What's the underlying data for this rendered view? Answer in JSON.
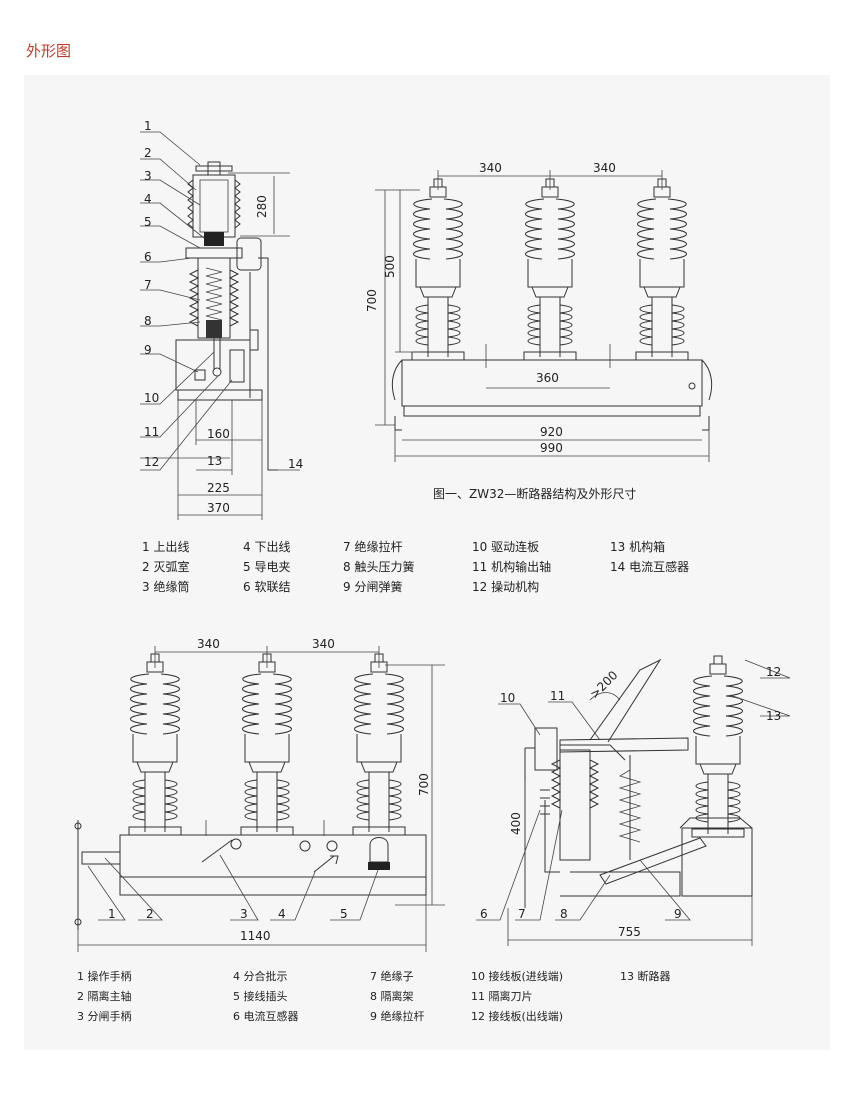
{
  "page": {
    "title": "外形图"
  },
  "figure1": {
    "caption": "图一、ZW32—断路器结构及外形尺寸",
    "callouts": [
      "1",
      "2",
      "3",
      "4",
      "5",
      "6",
      "7",
      "8",
      "9",
      "10",
      "11",
      "12",
      "13",
      "14"
    ],
    "side_dims": {
      "d280": "280",
      "d160": "160",
      "d225": "225",
      "d370": "370"
    },
    "front_dims": {
      "d340a": "340",
      "d340b": "340",
      "d500": "500",
      "d700": "700",
      "d360": "360",
      "d920": "920",
      "d990": "990"
    },
    "legend": [
      [
        "1 上出线",
        "2 灭弧室",
        "3 绝缘筒"
      ],
      [
        "4 下出线",
        "5 导电夹",
        "6 软联结"
      ],
      [
        "7 绝缘拉杆",
        "8 触头压力簧",
        "9 分闸弹簧"
      ],
      [
        "10 驱动连板",
        "11 机构输出轴",
        "12 操动机构"
      ],
      [
        "13 机构箱",
        "14 电流互感器"
      ]
    ]
  },
  "figure2": {
    "front_dims": {
      "d340a": "340",
      "d340b": "340",
      "d700": "700",
      "d1140": "1140"
    },
    "front_callouts": [
      "1",
      "2",
      "3",
      "4",
      "5"
    ],
    "side_dims": {
      "d200": ">200",
      "d400": "400",
      "d755": "755"
    },
    "side_callouts": [
      "10",
      "11",
      "12",
      "13",
      "6",
      "7",
      "8",
      "9"
    ],
    "legend": [
      [
        "1 操作手柄",
        "2 隔离主轴",
        "3 分闸手柄"
      ],
      [
        "4 分合批示",
        "5 接线插头",
        "6 电流互感器"
      ],
      [
        "7 绝缘子",
        "8 隔离架",
        "9 绝缘拉杆"
      ],
      [
        "10 接线板(进线端)",
        "11 隔离刀片",
        "12 接线板(出线端)"
      ],
      [
        "13 断路器"
      ]
    ]
  }
}
